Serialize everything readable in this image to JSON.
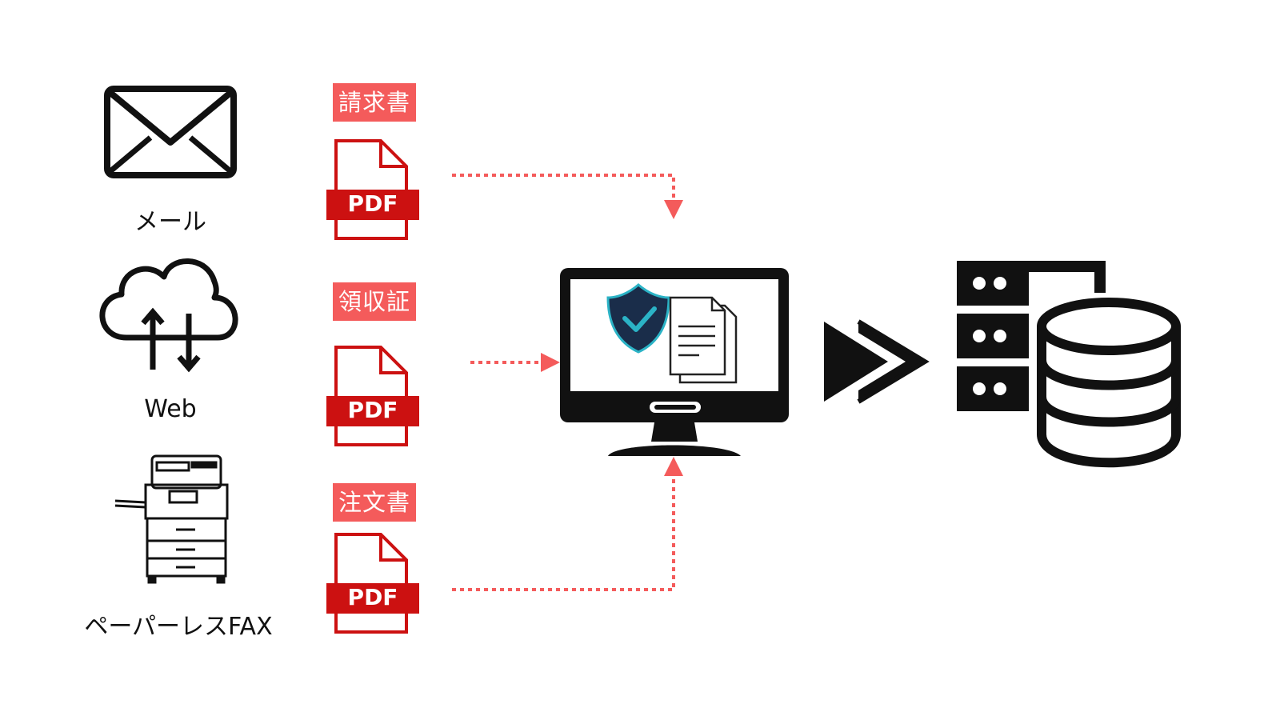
{
  "sources": [
    {
      "label": "メール",
      "icon": "envelope-icon"
    },
    {
      "label": "Web",
      "icon": "cloud-upload-download-icon"
    },
    {
      "label": "ペーパーレスFAX",
      "icon": "multifunction-printer-icon"
    }
  ],
  "documents": [
    {
      "tag": "請求書",
      "file_label": "PDF"
    },
    {
      "tag": "領収証",
      "file_label": "PDF"
    },
    {
      "tag": "注文書",
      "file_label": "PDF"
    }
  ],
  "center_icon": "monitor-with-shield-and-documents-icon",
  "flow_icon": "double-arrow-right-icon",
  "destination_icon": "server-database-icon",
  "colors": {
    "accent": "#f45b5b",
    "pdf_red": "#cc1111",
    "dark": "#111111",
    "shield_navy": "#1a2d4a",
    "shield_teal": "#2bb3c6"
  }
}
